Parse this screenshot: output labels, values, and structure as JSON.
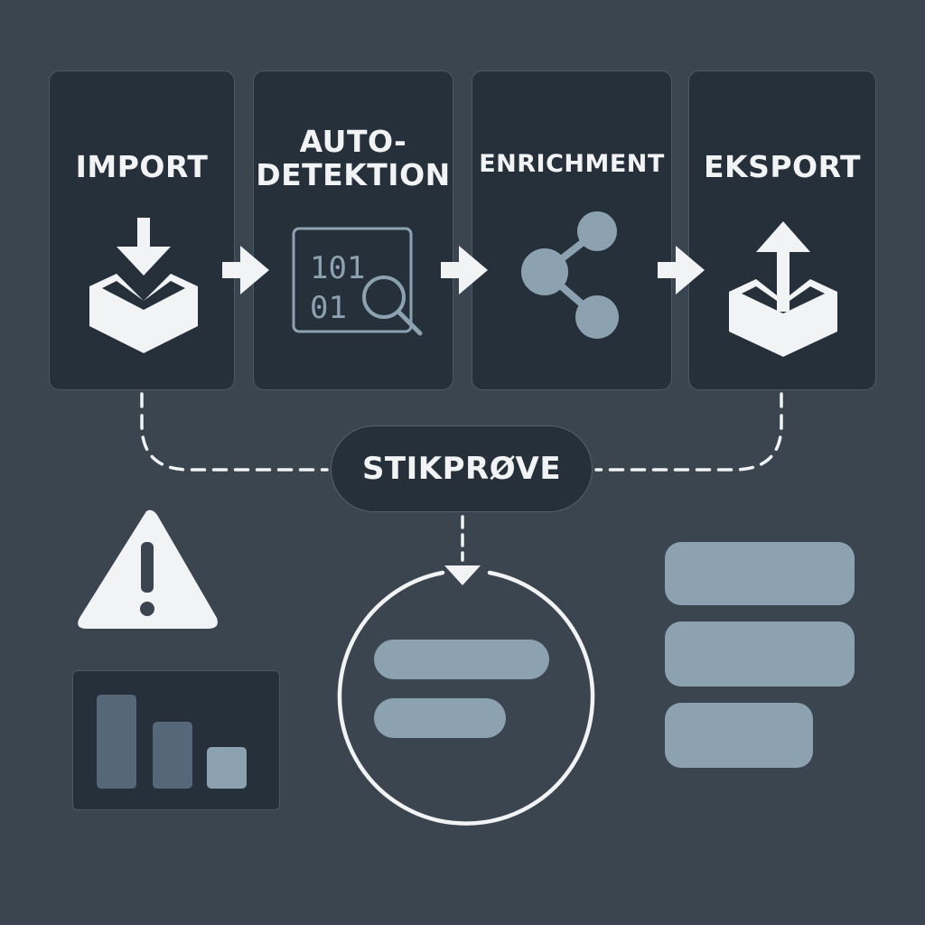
{
  "steps": [
    {
      "id": "import",
      "label": "IMPORT",
      "icon": "inbox-download-icon"
    },
    {
      "id": "auto",
      "label_lines": [
        "AUTO-",
        "DETEKTION"
      ],
      "icon": "binary-search-icon",
      "binary_lines": [
        "101",
        "01"
      ]
    },
    {
      "id": "enrich",
      "label": "ENRICHMENT",
      "icon": "share-nodes-icon"
    },
    {
      "id": "export",
      "label": "EKSPORT",
      "icon": "inbox-upload-icon"
    }
  ],
  "checkpoint": {
    "label": "STIKPRØVE"
  },
  "colors": {
    "background": "#3b4550",
    "card": "#26303a",
    "accent": "#8ca2b1",
    "text": "#f1f3f5"
  },
  "bottom_icons": [
    "warning-icon",
    "bar-chart-icon",
    "review-circle-icon",
    "text-lines-icon"
  ]
}
